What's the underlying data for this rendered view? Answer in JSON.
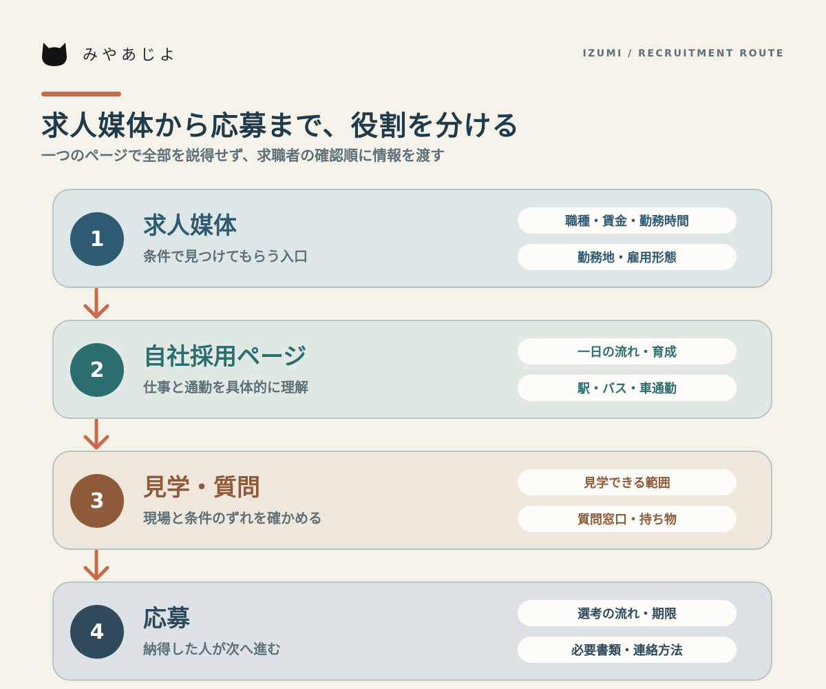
{
  "header": {
    "brand": "みやあじよ",
    "route": "IZUMI / RECRUITMENT ROUTE",
    "logo_icon": "cat-head-icon"
  },
  "title": "求人媒体から応募まで、役割を分ける",
  "subtitle": "一つのページで全部を説得せず、求職者の確認順に情報を渡す",
  "colors": {
    "background": "#f5f2ea",
    "accent": "#c8694a",
    "heading": "#1f3a4a",
    "muted": "#5d6f78"
  },
  "steps": [
    {
      "number": "1",
      "title": "求人媒体",
      "description": "条件で見つけてもらう入口",
      "tags": [
        "職種・賃金・勤務時間",
        "勤務地・雇用形態"
      ],
      "circle_color": "#2f5a74",
      "title_color": "#2f5a74",
      "tag_color": "#2f5a74",
      "card_color": "#dde7e7"
    },
    {
      "number": "2",
      "title": "自社採用ページ",
      "description": "仕事と通勤を具体的に理解",
      "tags": [
        "一日の流れ・育成",
        "駅・バス・車通勤"
      ],
      "circle_color": "#2c6e70",
      "title_color": "#2c6e70",
      "tag_color": "#2c6e70",
      "card_color": "#e0e9e3"
    },
    {
      "number": "3",
      "title": "見学・質問",
      "description": "現場と条件のずれを確かめる",
      "tags": [
        "見学できる範囲",
        "質問窓口・持ち物"
      ],
      "circle_color": "#8e5a3a",
      "title_color": "#8e5a3a",
      "tag_color": "#8e5a3a",
      "card_color": "#efe7db"
    },
    {
      "number": "4",
      "title": "応募",
      "description": "納得した人が次へ進む",
      "tags": [
        "選考の流れ・期限",
        "必要書類・連絡方法"
      ],
      "circle_color": "#2f4a5c",
      "title_color": "#2f4a5c",
      "tag_color": "#2f4a5c",
      "card_color": "#dde2e6"
    }
  ]
}
